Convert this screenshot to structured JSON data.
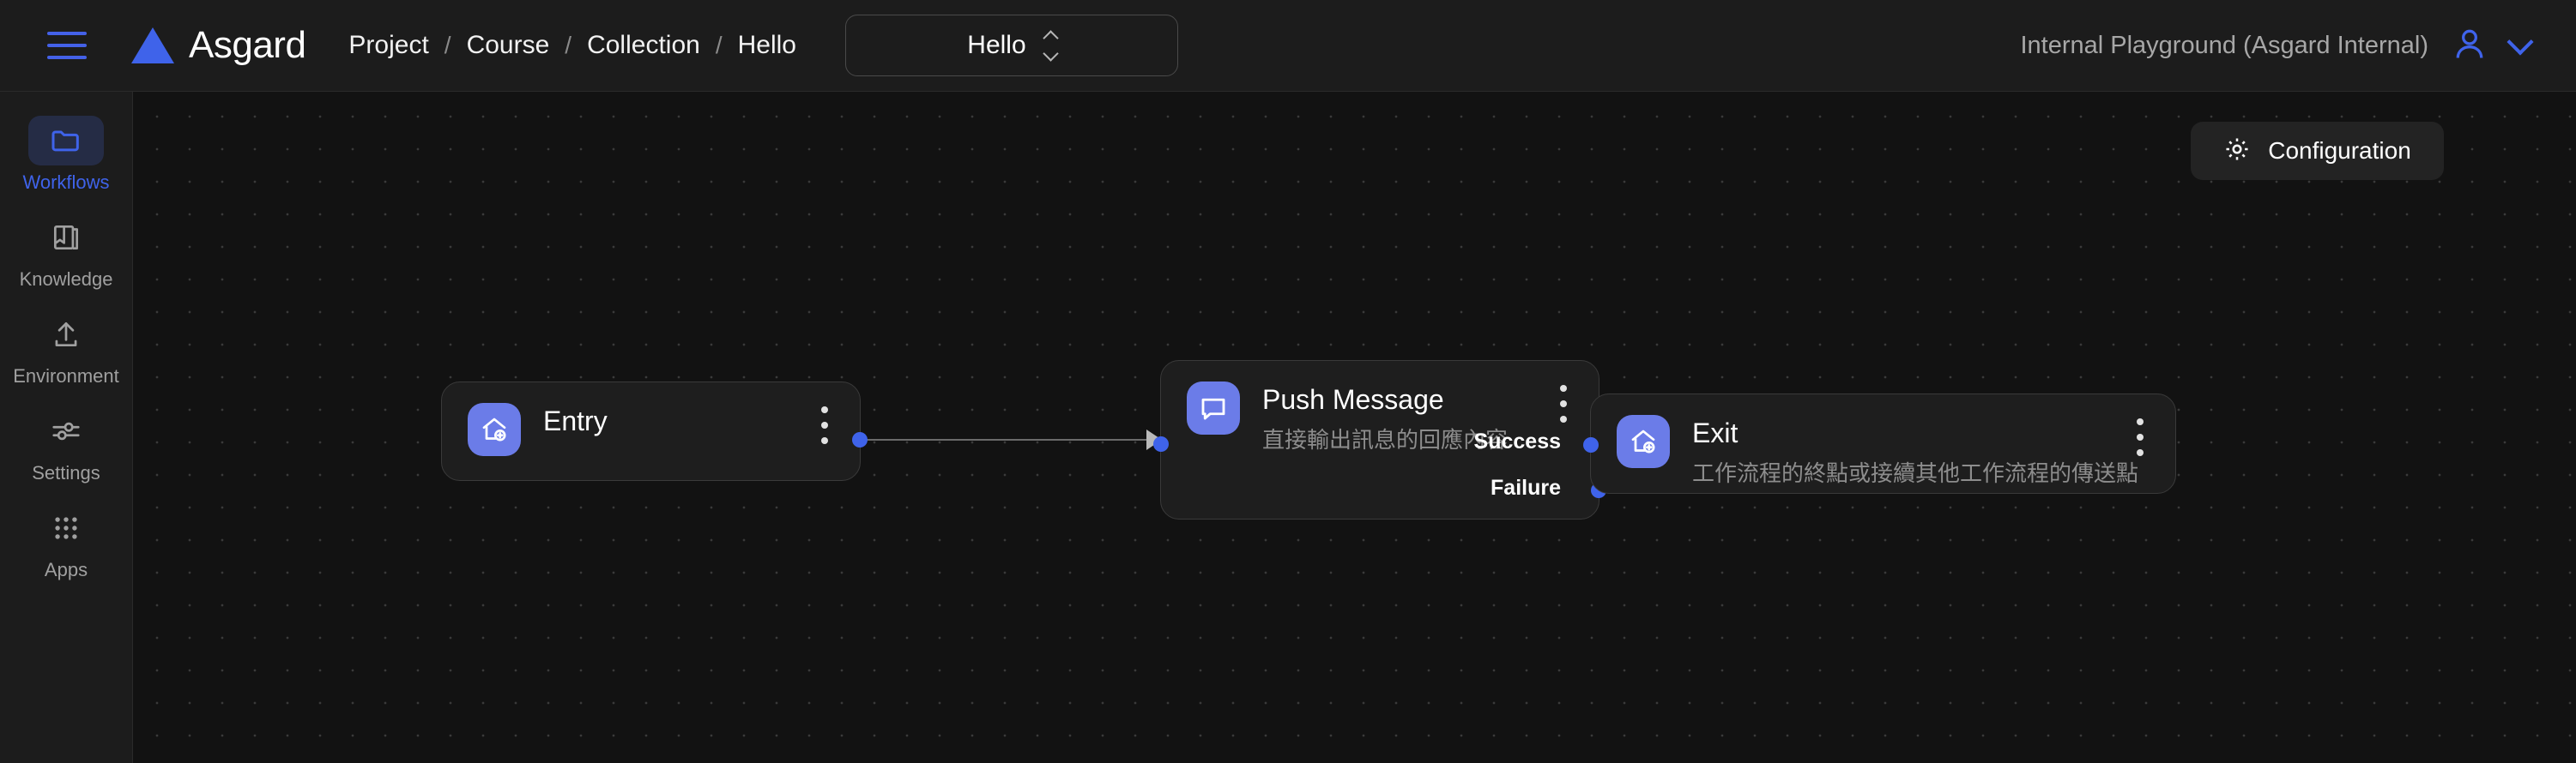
{
  "header": {
    "menu_icon": "hamburger-icon",
    "brand": {
      "logo_icon": "triangle-logo-icon",
      "name": "Asgard"
    },
    "breadcrumb": [
      "Project",
      "Course",
      "Collection",
      "Hello"
    ],
    "breadcrumb_separator": "/",
    "workflow_select": {
      "value": "Hello",
      "icon": "chevron-up-down-icon"
    },
    "org": "Internal Playground (Asgard Internal)",
    "account_icon": "user-avatar-icon",
    "account_chevron_icon": "chevron-down-icon"
  },
  "sidebar": {
    "items": [
      {
        "label": "Workflows",
        "icon": "folder-icon",
        "active": true
      },
      {
        "label": "Knowledge",
        "icon": "book-icon",
        "active": false
      },
      {
        "label": "Environment",
        "icon": "upload-icon",
        "active": false
      },
      {
        "label": "Settings",
        "icon": "sliders-icon",
        "active": false
      },
      {
        "label": "Apps",
        "icon": "grid-apps-icon",
        "active": false
      }
    ]
  },
  "canvas": {
    "configuration_button": {
      "label": "Configuration",
      "icon": "gear-icon"
    },
    "nodes": [
      {
        "id": "entry",
        "title": "Entry",
        "subtitle": "",
        "icon": "house-plus-icon",
        "menu_icon": "kebab-menu-icon",
        "outputs": [
          ""
        ]
      },
      {
        "id": "push-message",
        "title": "Push Message",
        "subtitle": "直接輸出訊息的回應內容",
        "icon": "chat-bubble-icon",
        "menu_icon": "kebab-menu-icon",
        "outputs": [
          "Success",
          "Failure"
        ]
      },
      {
        "id": "exit",
        "title": "Exit",
        "subtitle": "工作流程的終點或接續其他工作流程的傳送點",
        "icon": "house-plus-icon",
        "menu_icon": "kebab-menu-icon",
        "outputs": []
      }
    ],
    "edges": [
      {
        "from": "entry",
        "to": "push-message"
      },
      {
        "from": "push-message:Success",
        "to": "exit"
      }
    ]
  },
  "colors": {
    "accent": "#3f63ea",
    "node_icon": "#6b7ce8",
    "header_bg": "#1c1c1c",
    "canvas_bg": "#121212"
  }
}
